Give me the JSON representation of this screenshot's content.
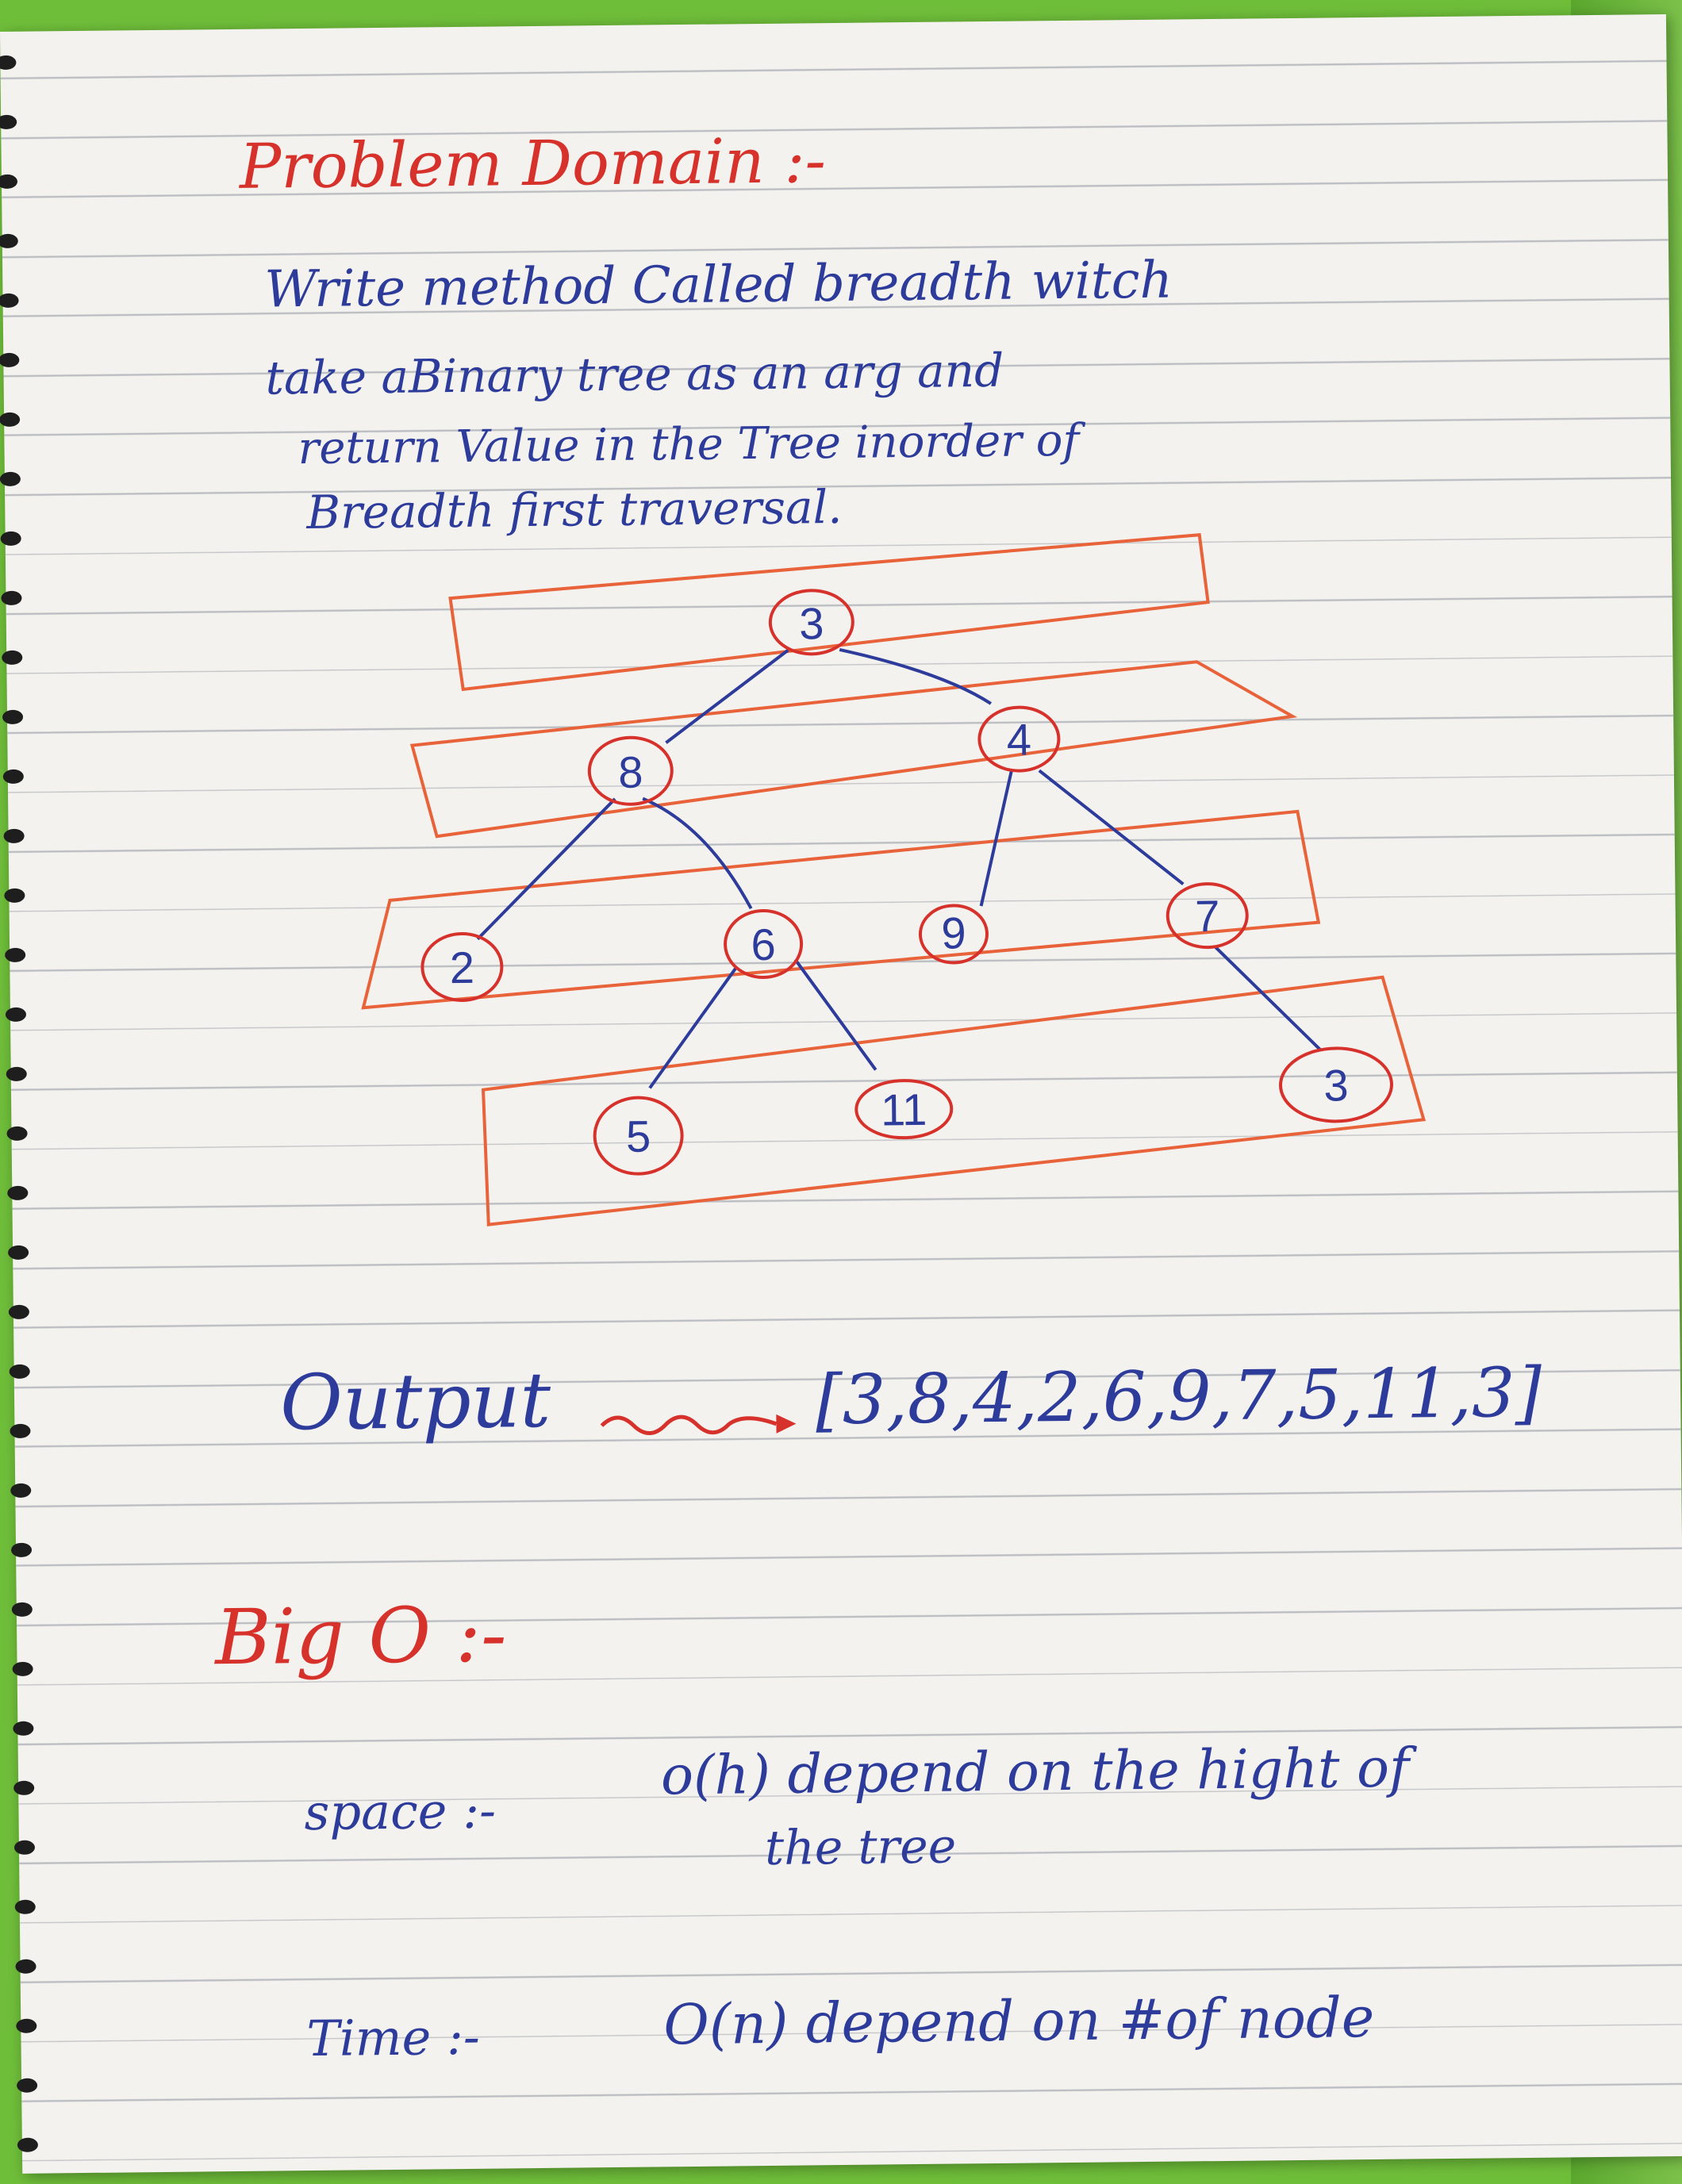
{
  "heading": "Problem Domain :-",
  "problem_lines": [
    "Write method Called breadth witch",
    "take aBinary tree as an arg and",
    "return Value in the Tree inorder of",
    "Breadth first traversal."
  ],
  "tree": {
    "nodes": [
      "3",
      "8",
      "4",
      "2",
      "6",
      "9",
      "7",
      "5",
      "11",
      "3"
    ]
  },
  "output_label": "Output",
  "output_value": "[3,8,4,2,6,9,7,5,11,3]",
  "bigo_heading": "Big O :-",
  "space_label": "space :-",
  "space_text": "o(h) depend on the hight of",
  "space_text2": "the tree",
  "time_label": "Time :-",
  "time_text": "O(n) depend on #of node",
  "colors": {
    "red": "#d6322b",
    "blue": "#2d3c9a",
    "orange": "#e8623a"
  }
}
